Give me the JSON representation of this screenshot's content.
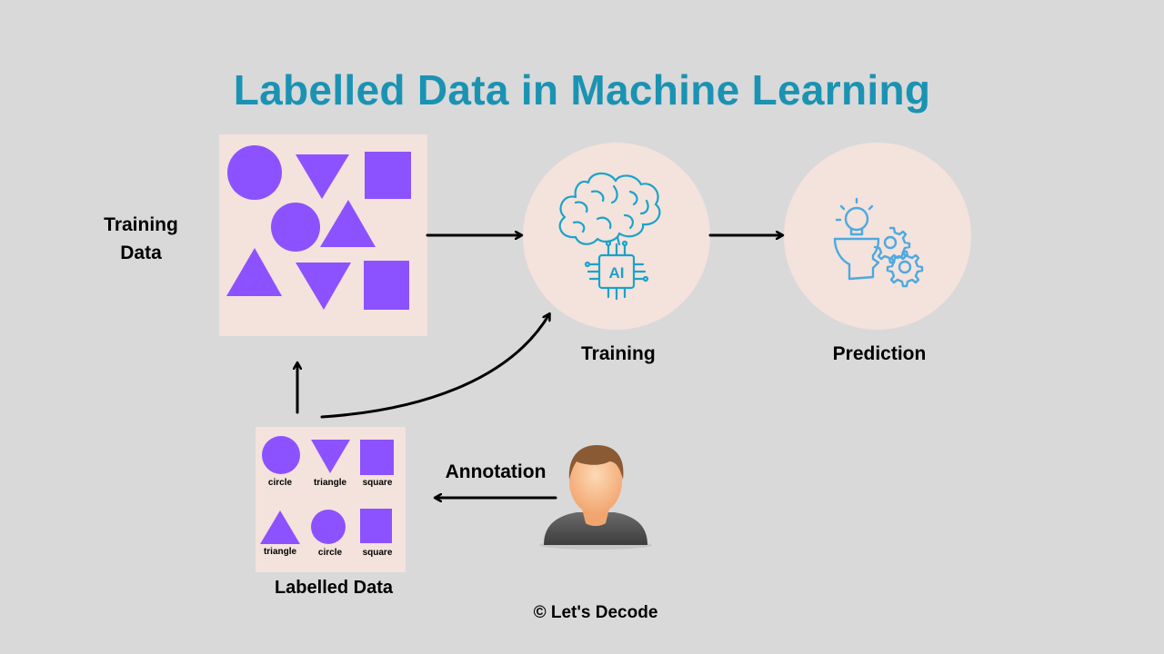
{
  "title": "Labelled Data in Machine Learning",
  "labels": {
    "training_data_line1": "Training",
    "training_data_line2": "Data",
    "training": "Training",
    "prediction": "Prediction",
    "annotation": "Annotation",
    "labelled_data": "Labelled Data",
    "ai_chip": "AI"
  },
  "labelled_shapes": [
    "circle",
    "triangle",
    "square",
    "triangle",
    "circle",
    "square"
  ],
  "footer": "© Let's  Decode",
  "colors": {
    "title": "#1a93b3",
    "shape": "#8c52ff",
    "panel": "#f4e2dc",
    "icon": "#1aa3c9",
    "background": "#d9d9d9"
  }
}
